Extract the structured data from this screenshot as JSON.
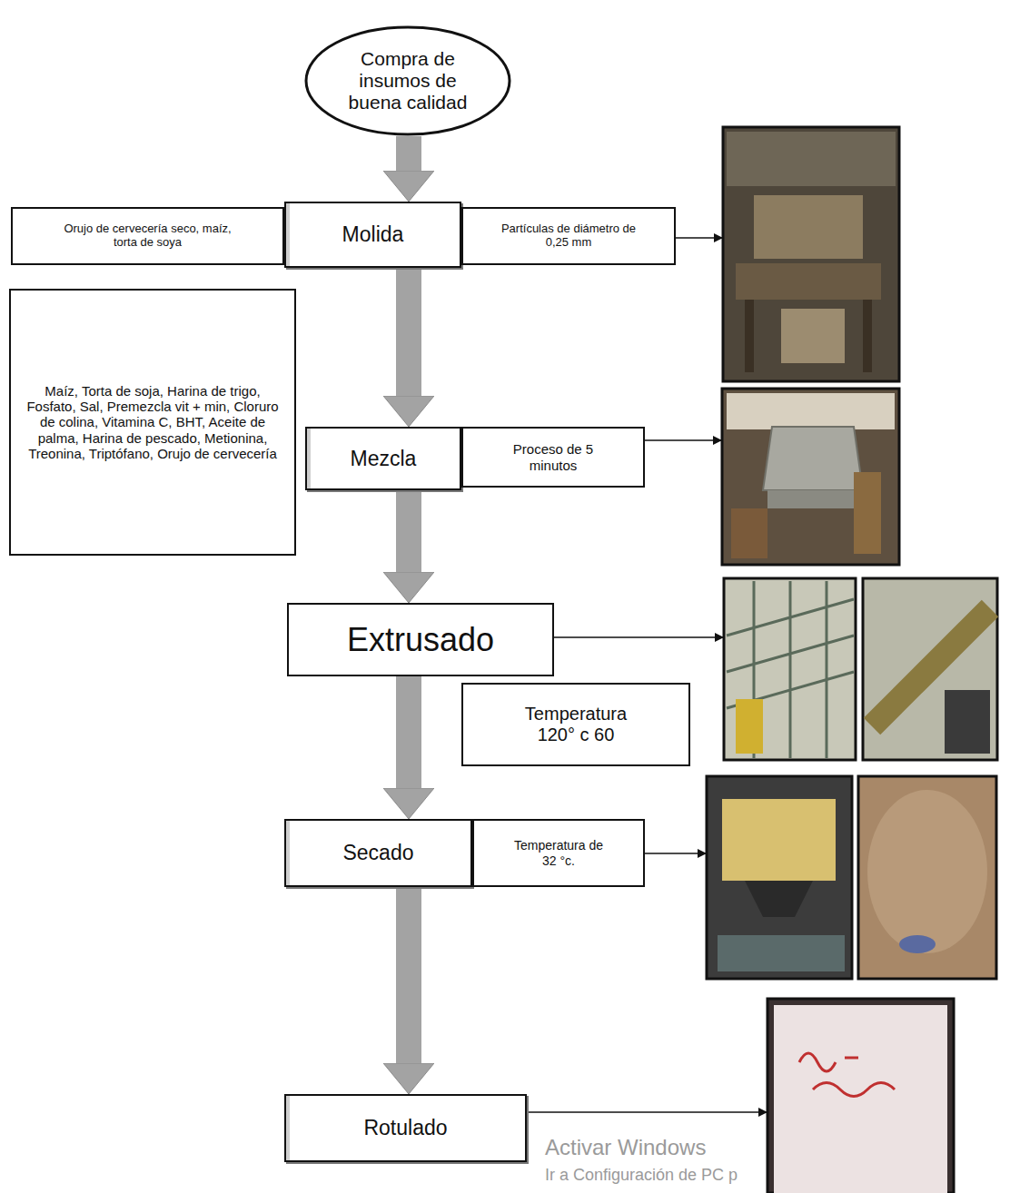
{
  "diagram": {
    "nodes": [
      {
        "text": [
          "Compra de insumos de buena calidad"
        ]
      },
      {
        "text": [
          "Orujo de cervecería seco, maíz, torta de soya"
        ]
      },
      {
        "text": [
          "Molida"
        ]
      },
      {
        "text": [
          "Partículas de diámetro de 0,25 mm"
        ]
      },
      {
        "text": [
          "Maíz, Torta de soja, Harina de trigo, Fosfato, Sal, Premezcla vit + min, Cloruro de colina, Vitamina C, BHT, Aceite de palma, Harina de pescado, Metionina, Treonina, Triptófano, Orujo de cervecería"
        ]
      },
      {
        "text": [
          "Mezcla"
        ]
      },
      {
        "text": [
          "Proceso de 5 minutos"
        ]
      },
      {
        "text": [
          "Extrusado"
        ]
      },
      {
        "text": [
          "Temperatura 120° c 60"
        ]
      },
      {
        "text": [
          "Secado"
        ]
      },
      {
        "text": [
          "Temperatura de 32 °c."
        ]
      },
      {
        "text": [
          "Rotulado"
        ]
      }
    ],
    "edges": [
      {
        "from": 0,
        "to": 2,
        "arrow": "to"
      },
      {
        "from": 2,
        "to": 5,
        "arrow": "to"
      },
      {
        "from": 5,
        "to": 7,
        "arrow": "to"
      },
      {
        "from": 7,
        "to": 9,
        "arrow": "to"
      },
      {
        "from": 9,
        "to": 11,
        "arrow": "to"
      }
    ],
    "labels": [
      "Activar Windows",
      "Ir a Configuración de PC p"
    ]
  }
}
